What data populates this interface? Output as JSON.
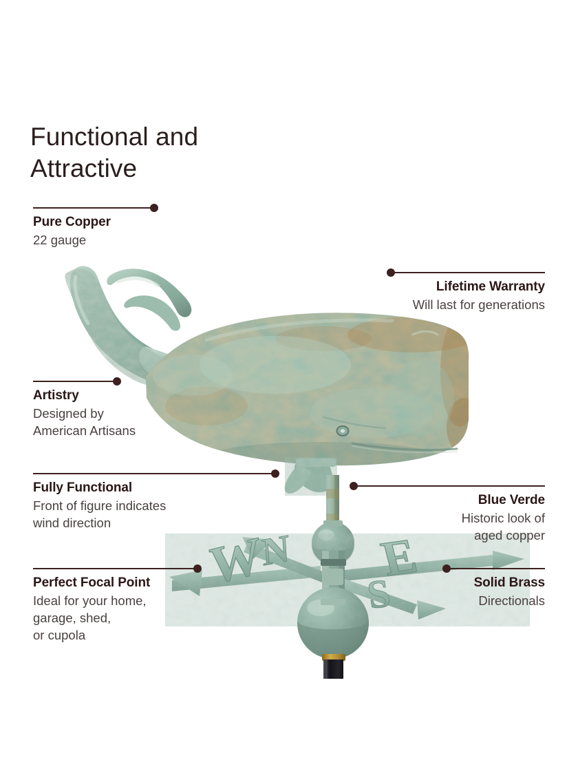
{
  "page": {
    "title": "Functional and\nAttractive",
    "background_color": "#ffffff",
    "accent_color": "#3d2020",
    "heading_color": "#2b1616",
    "body_color": "#4a4040"
  },
  "callouts": [
    {
      "id": "pure-copper",
      "side": "left",
      "heading": "Pure Copper",
      "body": "22 gauge"
    },
    {
      "id": "lifetime-warranty",
      "side": "right",
      "heading": "Lifetime Warranty",
      "body": "Will last for generations"
    },
    {
      "id": "artistry",
      "side": "left",
      "heading": "Artistry",
      "body": "Designed by\nAmerican Artisans"
    },
    {
      "id": "fully-functional",
      "side": "left",
      "heading": "Fully Functional",
      "body": "Front of figure indicates\nwind direction"
    },
    {
      "id": "blue-verde",
      "side": "right",
      "heading": "Blue Verde",
      "body": "Historic look of\naged copper"
    },
    {
      "id": "perfect-focal-point",
      "side": "left",
      "heading": "Perfect Focal Point",
      "body": "Ideal for your home,\ngarage, shed,\nor cupola"
    },
    {
      "id": "solid-brass",
      "side": "right",
      "heading": "Solid Brass",
      "body": "Directionals"
    }
  ],
  "product": {
    "name": "whale-weathervane",
    "figure": "whale",
    "patina_colors": {
      "verdigris_light": "#b7d0c4",
      "verdigris_mid": "#8fb0a2",
      "verdigris_dark": "#6b8b7e",
      "rust_ochre": "#b08a5a",
      "rust_dark": "#8d6a3c",
      "brass": "#b08c3a",
      "rod_dark": "#1f1f22"
    },
    "directionals": {
      "north": "N",
      "east": "E",
      "south": "S",
      "west": "W"
    }
  }
}
